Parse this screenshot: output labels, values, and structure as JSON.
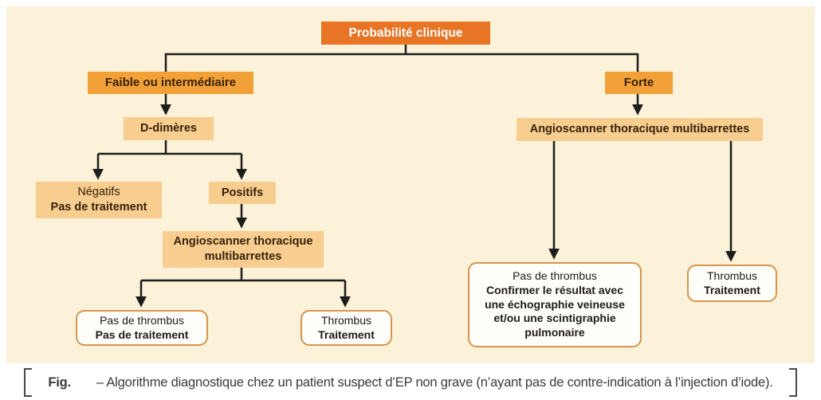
{
  "diagram": {
    "type": "flowchart",
    "nodes": {
      "probabilite": {
        "label": "Probabilité clinique"
      },
      "faible": {
        "label": "Faible ou intermédiaire"
      },
      "forte": {
        "label": "Forte"
      },
      "d_dimeres": {
        "label": "D-dimères"
      },
      "negatifs": {
        "line1": "Négatifs",
        "line2": "Pas de traitement"
      },
      "positifs": {
        "label": "Positifs"
      },
      "angioscanner_left": {
        "line1": "Angioscanner thoracique",
        "line2": "multibarrettes"
      },
      "angioscanner_right": {
        "label": "Angioscanner thoracique multibarrettes"
      },
      "pas_thrombus_left": {
        "line1": "Pas de thrombus",
        "line2": "Pas de traitement"
      },
      "thrombus_left": {
        "line1": "Thrombus",
        "line2": "Traitement"
      },
      "pas_thrombus_right": {
        "line1": "Pas de thrombus",
        "line2": "Confirmer le résultat avec une échographie veineuse et/ou une scintigraphie pulmonaire"
      },
      "thrombus_right": {
        "line1": "Thrombus",
        "line2": "Traitement"
      }
    },
    "edges": [
      {
        "from": "probabilite",
        "to": "faible"
      },
      {
        "from": "probabilite",
        "to": "forte"
      },
      {
        "from": "faible",
        "to": "d_dimeres"
      },
      {
        "from": "d_dimeres",
        "to": "negatifs"
      },
      {
        "from": "d_dimeres",
        "to": "positifs"
      },
      {
        "from": "positifs",
        "to": "angioscanner_left"
      },
      {
        "from": "angioscanner_left",
        "to": "pas_thrombus_left"
      },
      {
        "from": "angioscanner_left",
        "to": "thrombus_left"
      },
      {
        "from": "forte",
        "to": "angioscanner_right"
      },
      {
        "from": "angioscanner_right",
        "to": "pas_thrombus_right"
      },
      {
        "from": "angioscanner_right",
        "to": "thrombus_right"
      }
    ]
  },
  "caption": {
    "fig_label": "Fig.",
    "text": "– Algorithme diagnostique chez un patient suspect d’EP non grave (n’ayant pas de contre-indication à l’injection d’iode)."
  },
  "colors": {
    "panel_background": "#FBF2D9",
    "dark_orange_box": "#E87425",
    "medium_orange_box": "#F1A137",
    "light_peach_box": "#F7CD90",
    "outline_box_border": "#D8944C",
    "connector_line": "#1D1D1B",
    "dark_text_on_orange": "#38220B"
  }
}
